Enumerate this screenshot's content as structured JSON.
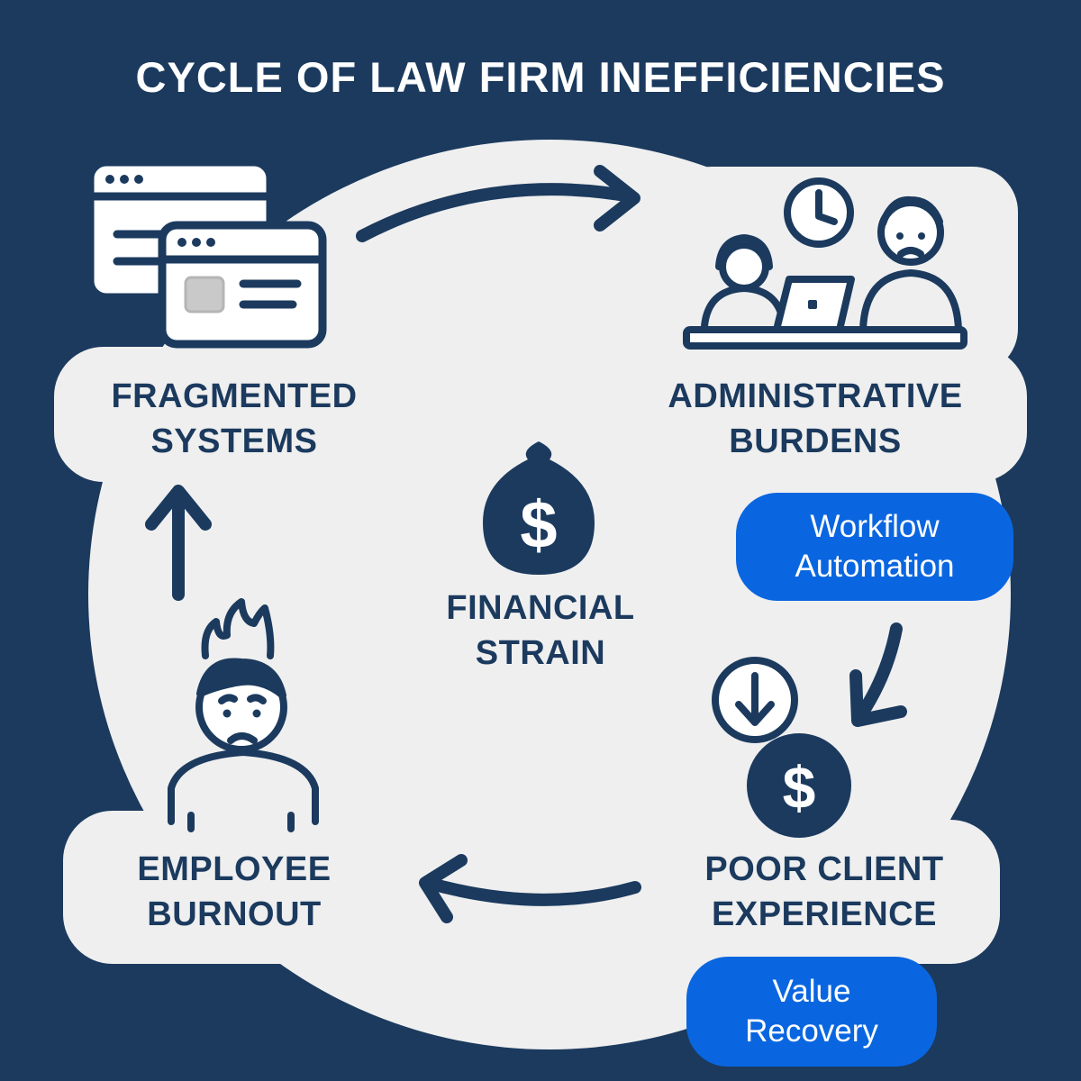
{
  "title": "CYCLE OF LAW FIRM INEFFICIENCIES",
  "nodes": {
    "fragmented": {
      "line1": "FRAGMENTED",
      "line2": "SYSTEMS"
    },
    "administrative": {
      "line1": "ADMINISTRATIVE",
      "line2": "BURDENS"
    },
    "poor_client": {
      "line1": "POOR CLIENT",
      "line2": "EXPERIENCE"
    },
    "burnout": {
      "line1": "EMPLOYEE",
      "line2": "BURNOUT"
    },
    "center": {
      "line1": "FINANCIAL",
      "line2": "STRAIN"
    }
  },
  "pills": {
    "workflow": {
      "line1": "Workflow",
      "line2": "Automation"
    },
    "value": {
      "line1": "Value",
      "line2": "Recovery"
    }
  },
  "icons": {
    "fragmented": "browser-windows-icon",
    "administrative": "people-at-desk-clock-icon",
    "poor_client": "down-arrow-dollar-coin-icon",
    "burnout": "stressed-person-flame-icon",
    "center": "money-bag-dollar-icon"
  },
  "colors": {
    "background": "#1b3a5e",
    "panel": "#efefef",
    "ink": "#1b3a5e",
    "accent": "#0a66e0",
    "title": "#ffffff"
  }
}
